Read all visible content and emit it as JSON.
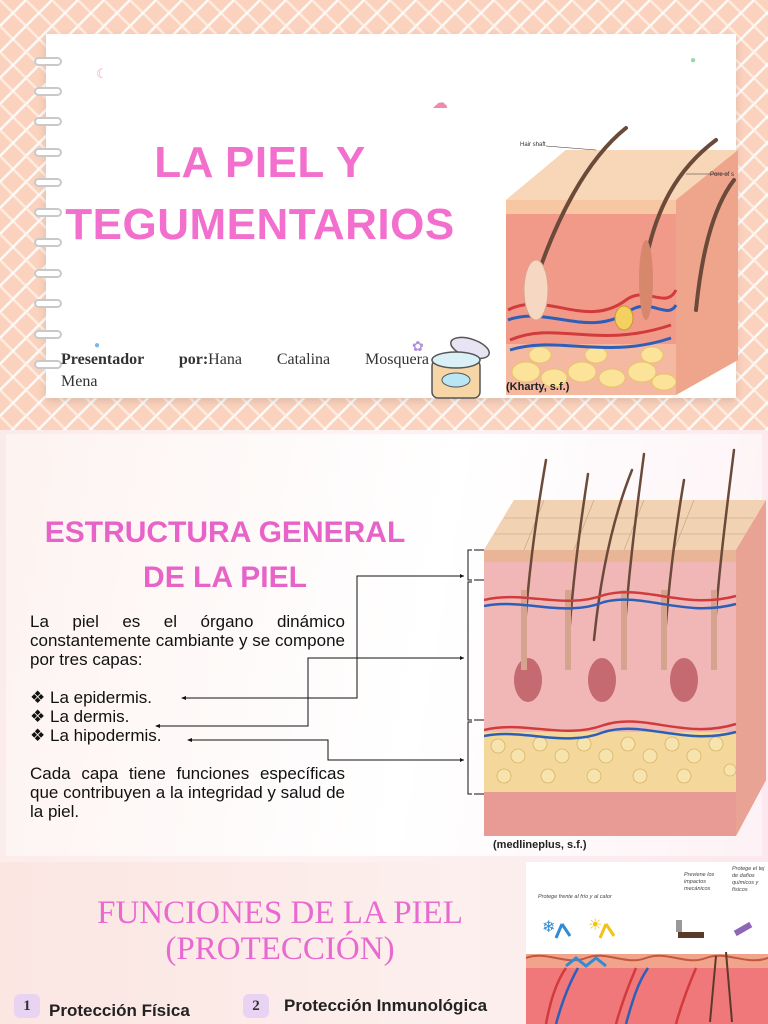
{
  "slide1": {
    "title_line1": "LA PIEL Y",
    "title_line2": "TEGUMENTARIOS",
    "presenter_line1_label": "Presentador por:",
    "presenter_line1_text": "Hana Catalina Mosquera",
    "presenter_line2": "Mena",
    "image_citation": "(Kharty, s.f.)",
    "diagram_labels": [
      "Hair shaft",
      "Pore of s"
    ],
    "colors": {
      "title": "#f36fce",
      "background": "#fbd2bd"
    }
  },
  "slide2": {
    "title_line1": "ESTRUCTURA GENERAL",
    "title_line2": "DE LA PIEL",
    "intro": "La piel es el órgano dinámico constantemente cambiante y se compone  por tres capas:",
    "bullets": [
      "La epidermis.",
      "La dermis.",
      "La hipodermis."
    ],
    "bullet_symbol": "❖",
    "closing": "Cada capa tiene funciones específicas que contribuyen a la integridad y salud de la piel.",
    "image_citation": "(medlineplus, s.f.)",
    "colors": {
      "title": "#e863c8"
    }
  },
  "slide3": {
    "title_line1": "FUNCIONES DE LA PIEL",
    "title_line2": "(PROTECCIÓN)",
    "items": [
      {
        "number": "1",
        "label": "Protección Física"
      },
      {
        "number": "2",
        "label": "Protección Inmunológica"
      }
    ],
    "diagram_labels": {
      "cold_heat": "Protege frente al frío y al calor",
      "impacts": "Previene los impactos mecánicos",
      "chemical": "Protege el tej de daños químicos y físicos"
    },
    "colors": {
      "title": "#e86ad0",
      "badge": "#e9d3f2"
    }
  }
}
